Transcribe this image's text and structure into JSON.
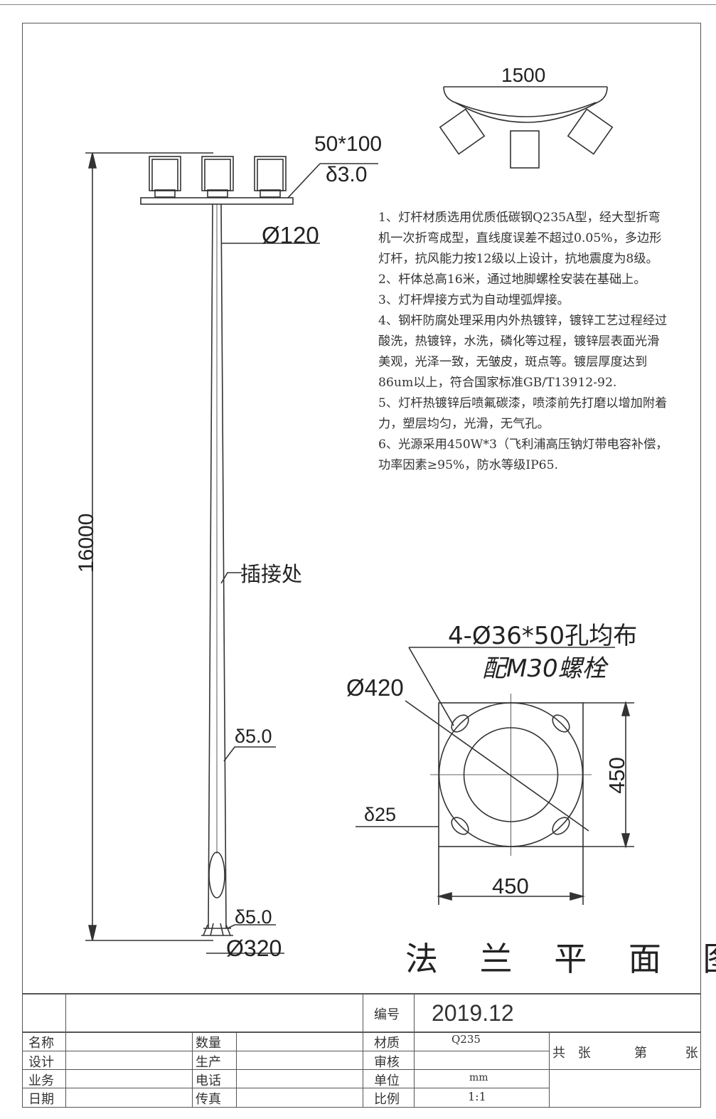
{
  "elevation": {
    "top_plate_size": "50*100",
    "top_plate_thickness": "δ3.0",
    "top_diameter": "Ø120",
    "total_height": "16000",
    "joint_label": "插接处",
    "wall_thickness": "δ5.0",
    "base_wall_thickness": "δ5.0",
    "base_diameter": "Ø320"
  },
  "top_view": {
    "width": "1500"
  },
  "notes": [
    "1、灯杆材质选用优质低碳钢Q235A型，经大型折弯机一次折弯成型，直线度误差不超过0.05%，多边形灯杆，抗风能力按12级以上设计，抗地震度为8级。",
    "2、杆体总高16米，通过地脚螺栓安装在基础上。",
    "3、灯杆焊接方式为自动埋弧焊接。",
    "4、钢杆防腐处理采用内外热镀锌，镀锌工艺过程经过酸洗，热镀锌，水洗，磷化等过程，镀锌层表面光滑美观，光泽一致，无皱皮，斑点等。镀层厚度达到86um以上，符合国家标准GB/T13912-92.",
    "5、灯杆热镀锌后喷氟碳漆，喷漆前先打磨以增加附着力，塑层均匀，光滑，无气孔。",
    "6、光源采用450W*3（飞利浦高压钠灯带电容补偿，功率因素≥95%，防水等级IP65."
  ],
  "flange": {
    "hole_note_1": "4-Ø36*50孔均布",
    "hole_note_2": "配M30螺栓",
    "circle_diameter": "Ø420",
    "plate_thickness": "δ25",
    "height": "450",
    "width": "450",
    "title": "法 兰 平 面 图"
  },
  "title_block": {
    "number_label": "编号",
    "number_value": "2019.12",
    "name_label": "名称",
    "qty_label": "数量",
    "material_label": "材质",
    "material_value": "Q235",
    "design_label": "设计",
    "production_label": "生产",
    "review_label": "审核",
    "business_label": "业务",
    "phone_label": "电话",
    "unit_label": "单位",
    "unit_value": "mm",
    "date_label": "日期",
    "fax_label": "传真",
    "scale_label": "比例",
    "scale_value": "1:1",
    "sheets_total": "共 张",
    "sheet_no": "第 张"
  }
}
